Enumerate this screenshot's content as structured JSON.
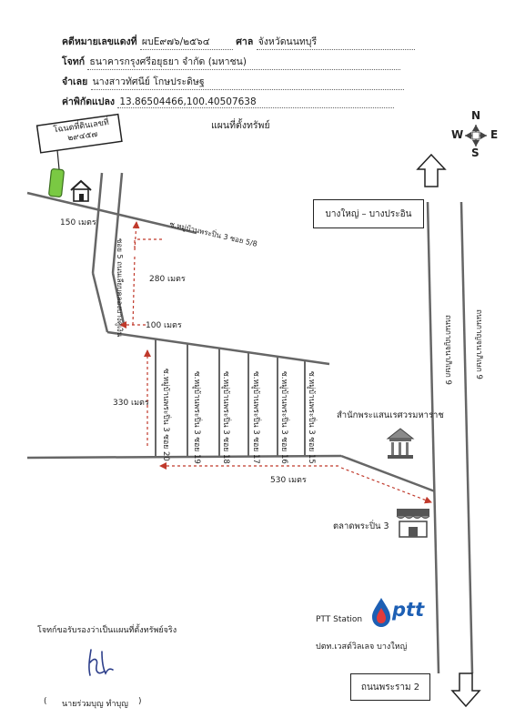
{
  "header": {
    "case_label": "คดีหมายเลขแดงที่",
    "case_number": "ผบE๙๗๖/๒๕๖๔",
    "court_label": "ศาล",
    "court": "จังหวัดนนทบุรี",
    "plaintiff_label": "โจทก์",
    "plaintiff": "ธนาคารกรุงศรีอยุธยา จำกัด (มหาชน)",
    "defendant_label": "จำเลย",
    "defendant": "นางสาวทัศนีย์ โกษประดิษฐ",
    "coords_label": "ค่าพิกัดแปลง",
    "coords": "13.86504466,100.40507638"
  },
  "map": {
    "title": "แผนที่ตั้งทรัพย์",
    "deed_box": "โฉนดที่ดินเลขที่ ๒๙๔๕๗",
    "compass": {
      "n": "N",
      "s": "S",
      "e": "E",
      "w": "W"
    },
    "direction_top": "บางใหญ่ – บางประอิน",
    "direction_bottom": "ถนนพระราม 2",
    "road_main_1": "ถนนกาญจนาภิเษก 9",
    "road_main_2": "ถนนกาญจนาภิเษก 9",
    "soi_top": "ซ.หมู่บ้านพระปิ่น 3 ซอย 5/8",
    "soi_vertical": "ซอย 5 ถนนเลียบคลองบางคูเงิน",
    "dist_150": "150 เมตร",
    "dist_280": "280 เมตร",
    "dist_100": "100 เมตร",
    "dist_330": "330 เมตร",
    "dist_530": "530 เมตร",
    "sois": [
      "ซ.หมู่บ้านพระปิ่น 3 ซอย 20",
      "ซ.หมู่บ้านพระปิ่น 3 ซอย 19",
      "ซ.หมู่บ้านพระปิ่น 3 ซอย 18",
      "ซ.หมู่บ้านพระปิ่น 3 ซอย 17",
      "ซ.หมู่บ้านพระปิ่น 3 ซอย 16",
      "ซ.หมู่บ้านพระปิ่น 3 ซอย 15"
    ],
    "temple_label": "สำนักพระแสนเรศวรมหาราช",
    "market_label": "ตลาดพระปิ่น 3",
    "ptt_logo_text": "ptt",
    "ptt_station": "PTT Station",
    "ptt_branch": "ปตท.เวสต์วิลเลจ บางใหญ่"
  },
  "footer": {
    "certify": "โจทก์ขอรับรองว่าเป็นแผนที่ตั้งทรัพย์จริง",
    "signer_open": "(",
    "signer": "นายร่วมบุญ ทำบุญ",
    "signer_close": ")"
  }
}
